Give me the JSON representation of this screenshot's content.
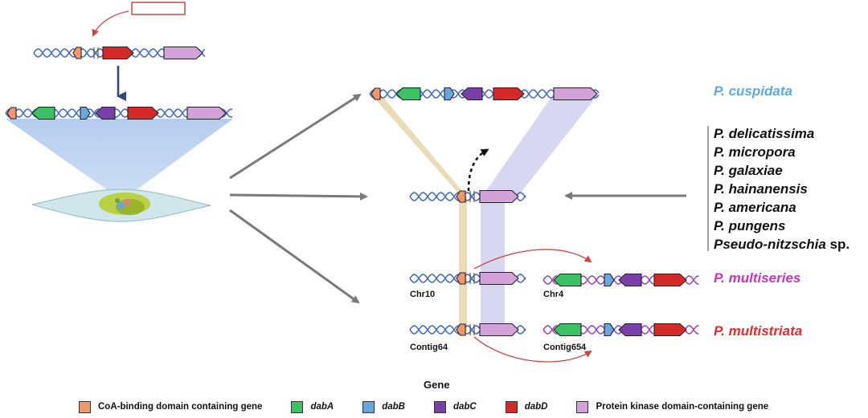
{
  "species": {
    "cuspidata": "P. cuspidata",
    "group": [
      "P. delicatissima",
      "P. micropora",
      "P. galaxiae",
      "P. hainanensis",
      "P. americana",
      "P. pungens"
    ],
    "pseudo_genus": "Pseudo-nitzschia",
    "pseudo_suffix": " sp.",
    "multiseries": "P. multiseries",
    "multistriata": "P. multistriata"
  },
  "loci": {
    "chr10": "Chr10",
    "chr4": "Chr4",
    "contig64": "Contig64",
    "contig654": "Contig654"
  },
  "legend": {
    "title": "Gene",
    "items": [
      {
        "label": "CoA-binding domain containing gene",
        "color": "#f4956a",
        "italic": false
      },
      {
        "label": "dabA",
        "color": "#3cc164",
        "italic": true
      },
      {
        "label": "dabB",
        "color": "#6aa6de",
        "italic": true
      },
      {
        "label": "dabC",
        "color": "#7a3fa8",
        "italic": true
      },
      {
        "label": "dabD",
        "color": "#d42a2a",
        "italic": true
      },
      {
        "label": "Protein kinase domain-containing gene",
        "color": "#d3a2d9",
        "italic": false
      }
    ]
  },
  "colors": {
    "cuspidata": "#5aa9e6",
    "group": "#111111",
    "multiseries": "#cc33bb",
    "multistriata": "#e82a2a",
    "dna_blue": "#4a6fc0",
    "dna_purple": "#9b4fb8"
  }
}
